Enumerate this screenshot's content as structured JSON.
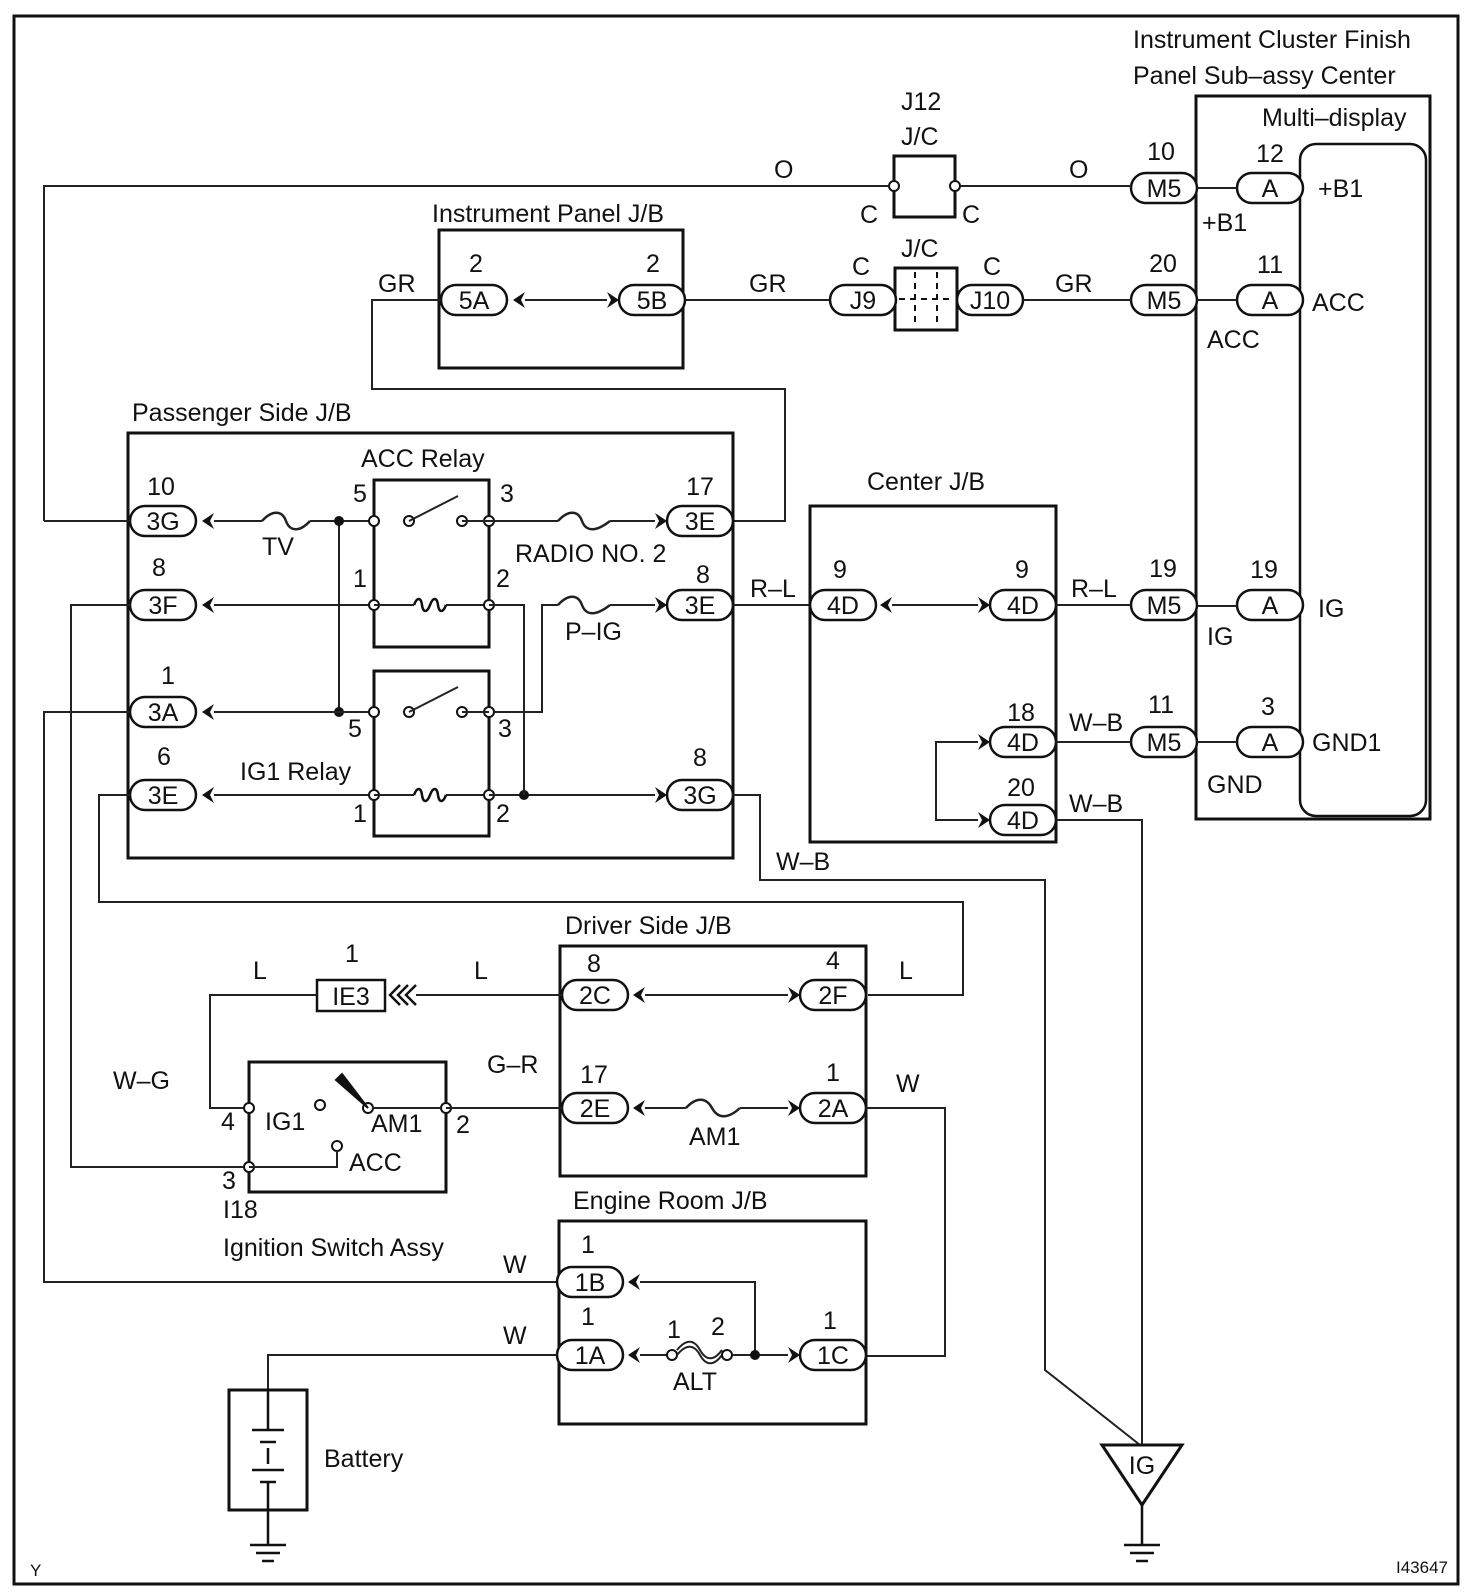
{
  "figure_code": "Y",
  "figure_id": "I43647",
  "multi_display": {
    "title_line1": "Instrument Cluster Finish",
    "title_line2": "Panel Sub–assy Center",
    "sub": "Multi–display",
    "pins": [
      {
        "num": "12",
        "conn": "A",
        "in_label": "+B1",
        "out_label": "+B1"
      },
      {
        "num": "11",
        "conn": "A",
        "in_label": "ACC",
        "out_label": "ACC"
      },
      {
        "num": "19",
        "conn": "A",
        "in_label": "IG",
        "out_label": "IG"
      },
      {
        "num": "3",
        "conn": "A",
        "in_label": "GND1",
        "out_label": "GND"
      }
    ]
  },
  "m5_connectors": [
    {
      "num": "10",
      "conn": "M5",
      "wire": "O"
    },
    {
      "num": "20",
      "conn": "M5",
      "wire": "GR"
    },
    {
      "num": "19",
      "conn": "M5",
      "wire": "R–L"
    },
    {
      "num": "11",
      "conn": "M5",
      "wire": "W–B"
    }
  ],
  "junctions": {
    "j12_label": "J12",
    "jc_label": "J/C",
    "c_label": "C",
    "j9": "J9",
    "j10": "J10",
    "wire_o": "O",
    "wire_gr": "GR"
  },
  "instrument_panel_jb": {
    "title": "Instrument Panel J/B",
    "left": {
      "num": "2",
      "conn": "5A"
    },
    "right": {
      "num": "2",
      "conn": "5B"
    }
  },
  "passenger_jb": {
    "title": "Passenger Side J/B",
    "acc_relay": "ACC Relay",
    "ig1_relay": "IG1 Relay",
    "fuse_tv": "TV",
    "fuse_radio": "RADIO NO. 2",
    "fuse_pig": "P–IG",
    "left_pins": [
      {
        "num": "10",
        "conn": "3G"
      },
      {
        "num": "8",
        "conn": "3F"
      },
      {
        "num": "1",
        "conn": "3A"
      },
      {
        "num": "6",
        "conn": "3E"
      }
    ],
    "right_pins": [
      {
        "num": "17",
        "conn": "3E"
      },
      {
        "num": "8",
        "conn": "3E"
      },
      {
        "num": "8",
        "conn": "3G"
      }
    ],
    "relay_pins": {
      "p5": "5",
      "p3": "3",
      "p1": "1",
      "p2": "2"
    }
  },
  "center_jb": {
    "title": "Center J/B",
    "left": {
      "num": "9",
      "conn": "4D"
    },
    "right": {
      "num": "9",
      "conn": "4D"
    },
    "p18": {
      "num": "18",
      "conn": "4D"
    },
    "p20": {
      "num": "20",
      "conn": "4D"
    },
    "wire_rl": "R–L",
    "wire_wb": "W–B"
  },
  "driver_jb": {
    "title": "Driver Side J/B",
    "p8": {
      "num": "8",
      "conn": "2C"
    },
    "p4": {
      "num": "4",
      "conn": "2F"
    },
    "p17": {
      "num": "17",
      "conn": "2E"
    },
    "p1": {
      "num": "1",
      "conn": "2A"
    },
    "fuse": "AM1",
    "wire_l": "L",
    "wire_w": "W",
    "wire_gr": "G–R"
  },
  "ie3": {
    "num": "1",
    "conn": "IE3"
  },
  "ignition_switch": {
    "id": "I18",
    "name": "Ignition Switch Assy",
    "ig1": "IG1",
    "am1": "AM1",
    "acc": "ACC",
    "p4": "4",
    "p2": "2",
    "p3": "3",
    "wire_wg": "W–G"
  },
  "engine_jb": {
    "title": "Engine Room J/B",
    "p1b": {
      "num": "1",
      "conn": "1B"
    },
    "p1a": {
      "num": "1",
      "conn": "1A"
    },
    "p1c": {
      "num": "1",
      "conn": "1C"
    },
    "fuse": "ALT",
    "fuse_p1": "1",
    "fuse_p2": "2",
    "wire_w": "W"
  },
  "battery": "Battery",
  "ground_ig": "IG",
  "wire_wb": "W–B"
}
